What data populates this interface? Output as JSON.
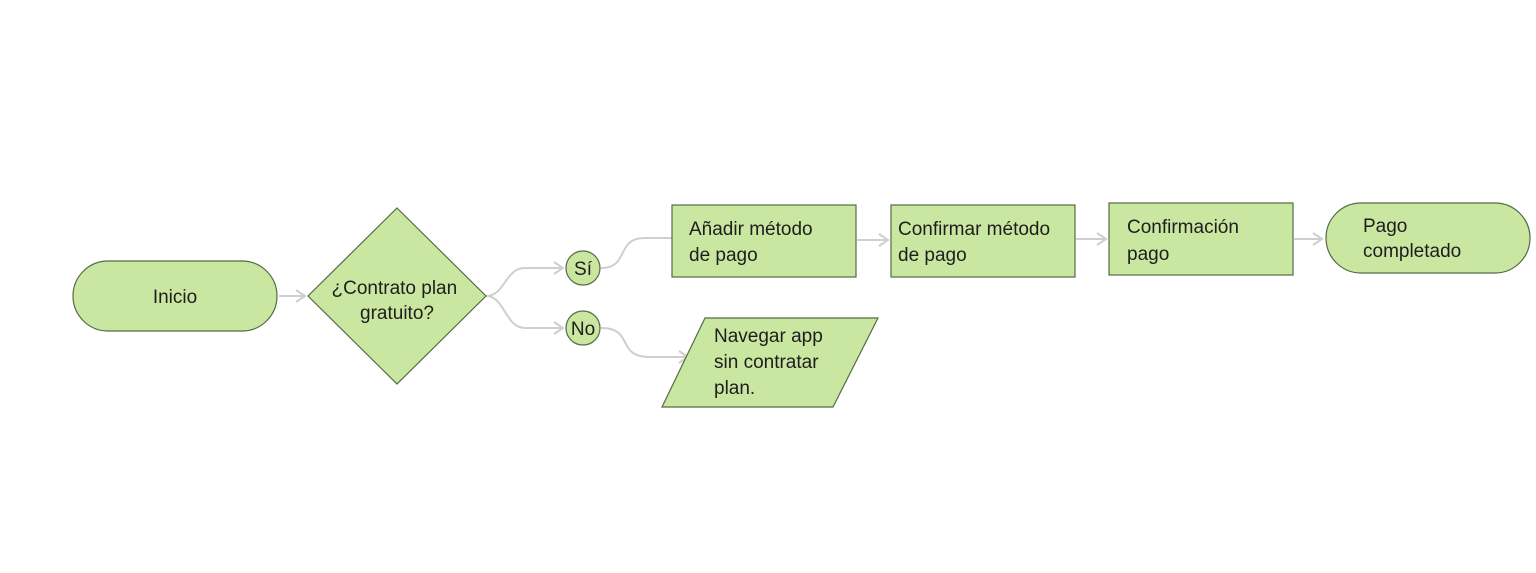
{
  "diagram": {
    "type": "flowchart",
    "colors": {
      "node_fill": "#c9e7a0",
      "node_stroke": "#556b45",
      "connector": "#cfcfcf"
    },
    "nodes": {
      "start": {
        "shape": "terminator",
        "label": "Inicio"
      },
      "decision": {
        "shape": "decision",
        "lines": [
          "¿Contrato plan",
          "gratuito?"
        ]
      },
      "yes": {
        "shape": "connector-circle",
        "label": "Sí"
      },
      "no": {
        "shape": "connector-circle",
        "label": "No"
      },
      "add_method": {
        "shape": "process",
        "lines": [
          "Añadir método",
          "de pago"
        ]
      },
      "confirm_method": {
        "shape": "process",
        "lines": [
          "Confirmar método",
          "de pago"
        ]
      },
      "confirmation": {
        "shape": "process",
        "lines": [
          "Confirmación",
          "pago"
        ]
      },
      "done": {
        "shape": "terminator",
        "lines": [
          "Pago",
          "completado"
        ]
      },
      "browse": {
        "shape": "data",
        "lines": [
          "Navegar app",
          "sin contratar",
          "plan."
        ]
      }
    },
    "edges": [
      [
        "start",
        "decision"
      ],
      [
        "decision",
        "yes"
      ],
      [
        "decision",
        "no"
      ],
      [
        "yes",
        "add_method"
      ],
      [
        "no",
        "browse"
      ],
      [
        "add_method",
        "confirm_method"
      ],
      [
        "confirm_method",
        "confirmation"
      ],
      [
        "confirmation",
        "done"
      ]
    ]
  }
}
